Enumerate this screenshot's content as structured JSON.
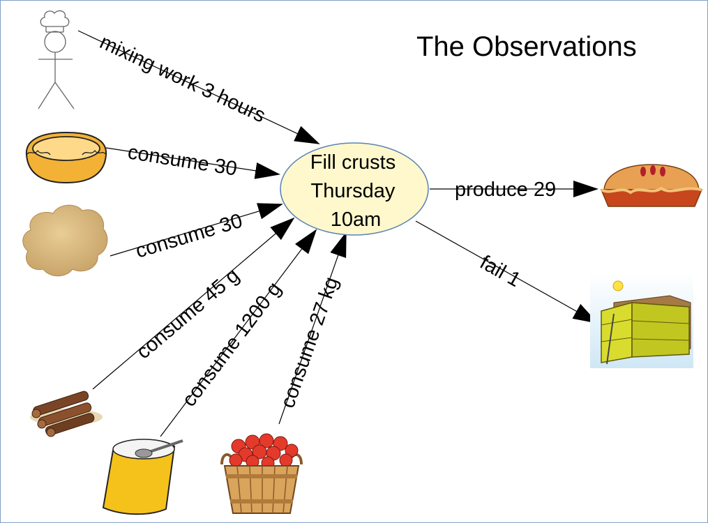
{
  "title": "The Observations",
  "event": {
    "line1": "Fill crusts",
    "line2": "Thursday",
    "line3": "10am"
  },
  "flows": {
    "labor": {
      "label": "mixing work 3 hours",
      "icon": "chef-stick-figure-icon"
    },
    "crusts": {
      "label": "consume 30",
      "icon": "pie-crust-icon"
    },
    "dough": {
      "label": "consume 30",
      "icon": "dough-ball-icon"
    },
    "cinnamon": {
      "label": "consume 45 g",
      "icon": "cinnamon-sticks-icon"
    },
    "flour": {
      "label": "consume 1200 g",
      "icon": "flour-sack-icon"
    },
    "apples": {
      "label": "consume 27 kg",
      "icon": "apple-basket-icon"
    },
    "pies": {
      "label": "produce 29",
      "icon": "apple-pie-icon"
    },
    "compost": {
      "label": "fail 1",
      "icon": "compost-bin-icon"
    }
  },
  "colors": {
    "event_fill": "#fff8cc",
    "event_stroke": "#5b83b0",
    "frame": "#7f9fc7"
  }
}
